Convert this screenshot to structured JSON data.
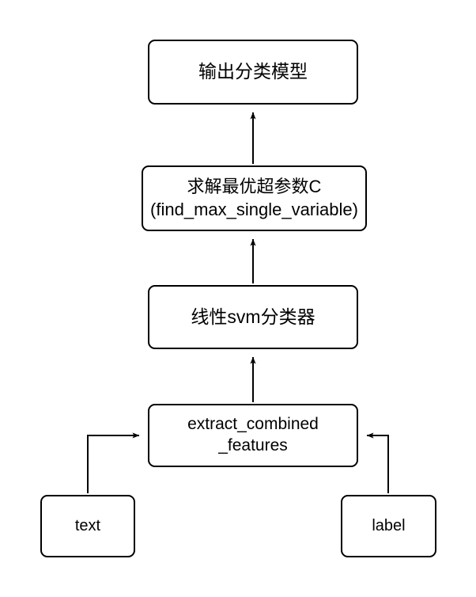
{
  "diagram": {
    "title": "SVM text classification pipeline flowchart",
    "background_color": "#ffffff",
    "stroke_color": "#000000",
    "fill_color": "#ffffff",
    "nodes": [
      {
        "id": "output_model",
        "label": "输出分类模型"
      },
      {
        "id": "find_c",
        "label": "求解最优超参数C\n(find_max_single_variable)"
      },
      {
        "id": "svm",
        "label": "线性svm分类器"
      },
      {
        "id": "extract",
        "label": "extract_combined\n_features"
      },
      {
        "id": "text",
        "label": "text"
      },
      {
        "id": "label",
        "label": "label"
      }
    ],
    "edges": [
      {
        "from": "find_c",
        "to": "output_model",
        "style": "straight-up-arrow"
      },
      {
        "from": "svm",
        "to": "find_c",
        "style": "straight-up-arrow"
      },
      {
        "from": "extract",
        "to": "svm",
        "style": "straight-up-arrow"
      },
      {
        "from": "text",
        "to": "extract",
        "style": "elbow-right-arrow"
      },
      {
        "from": "label",
        "to": "extract",
        "style": "elbow-left-arrow"
      }
    ]
  }
}
